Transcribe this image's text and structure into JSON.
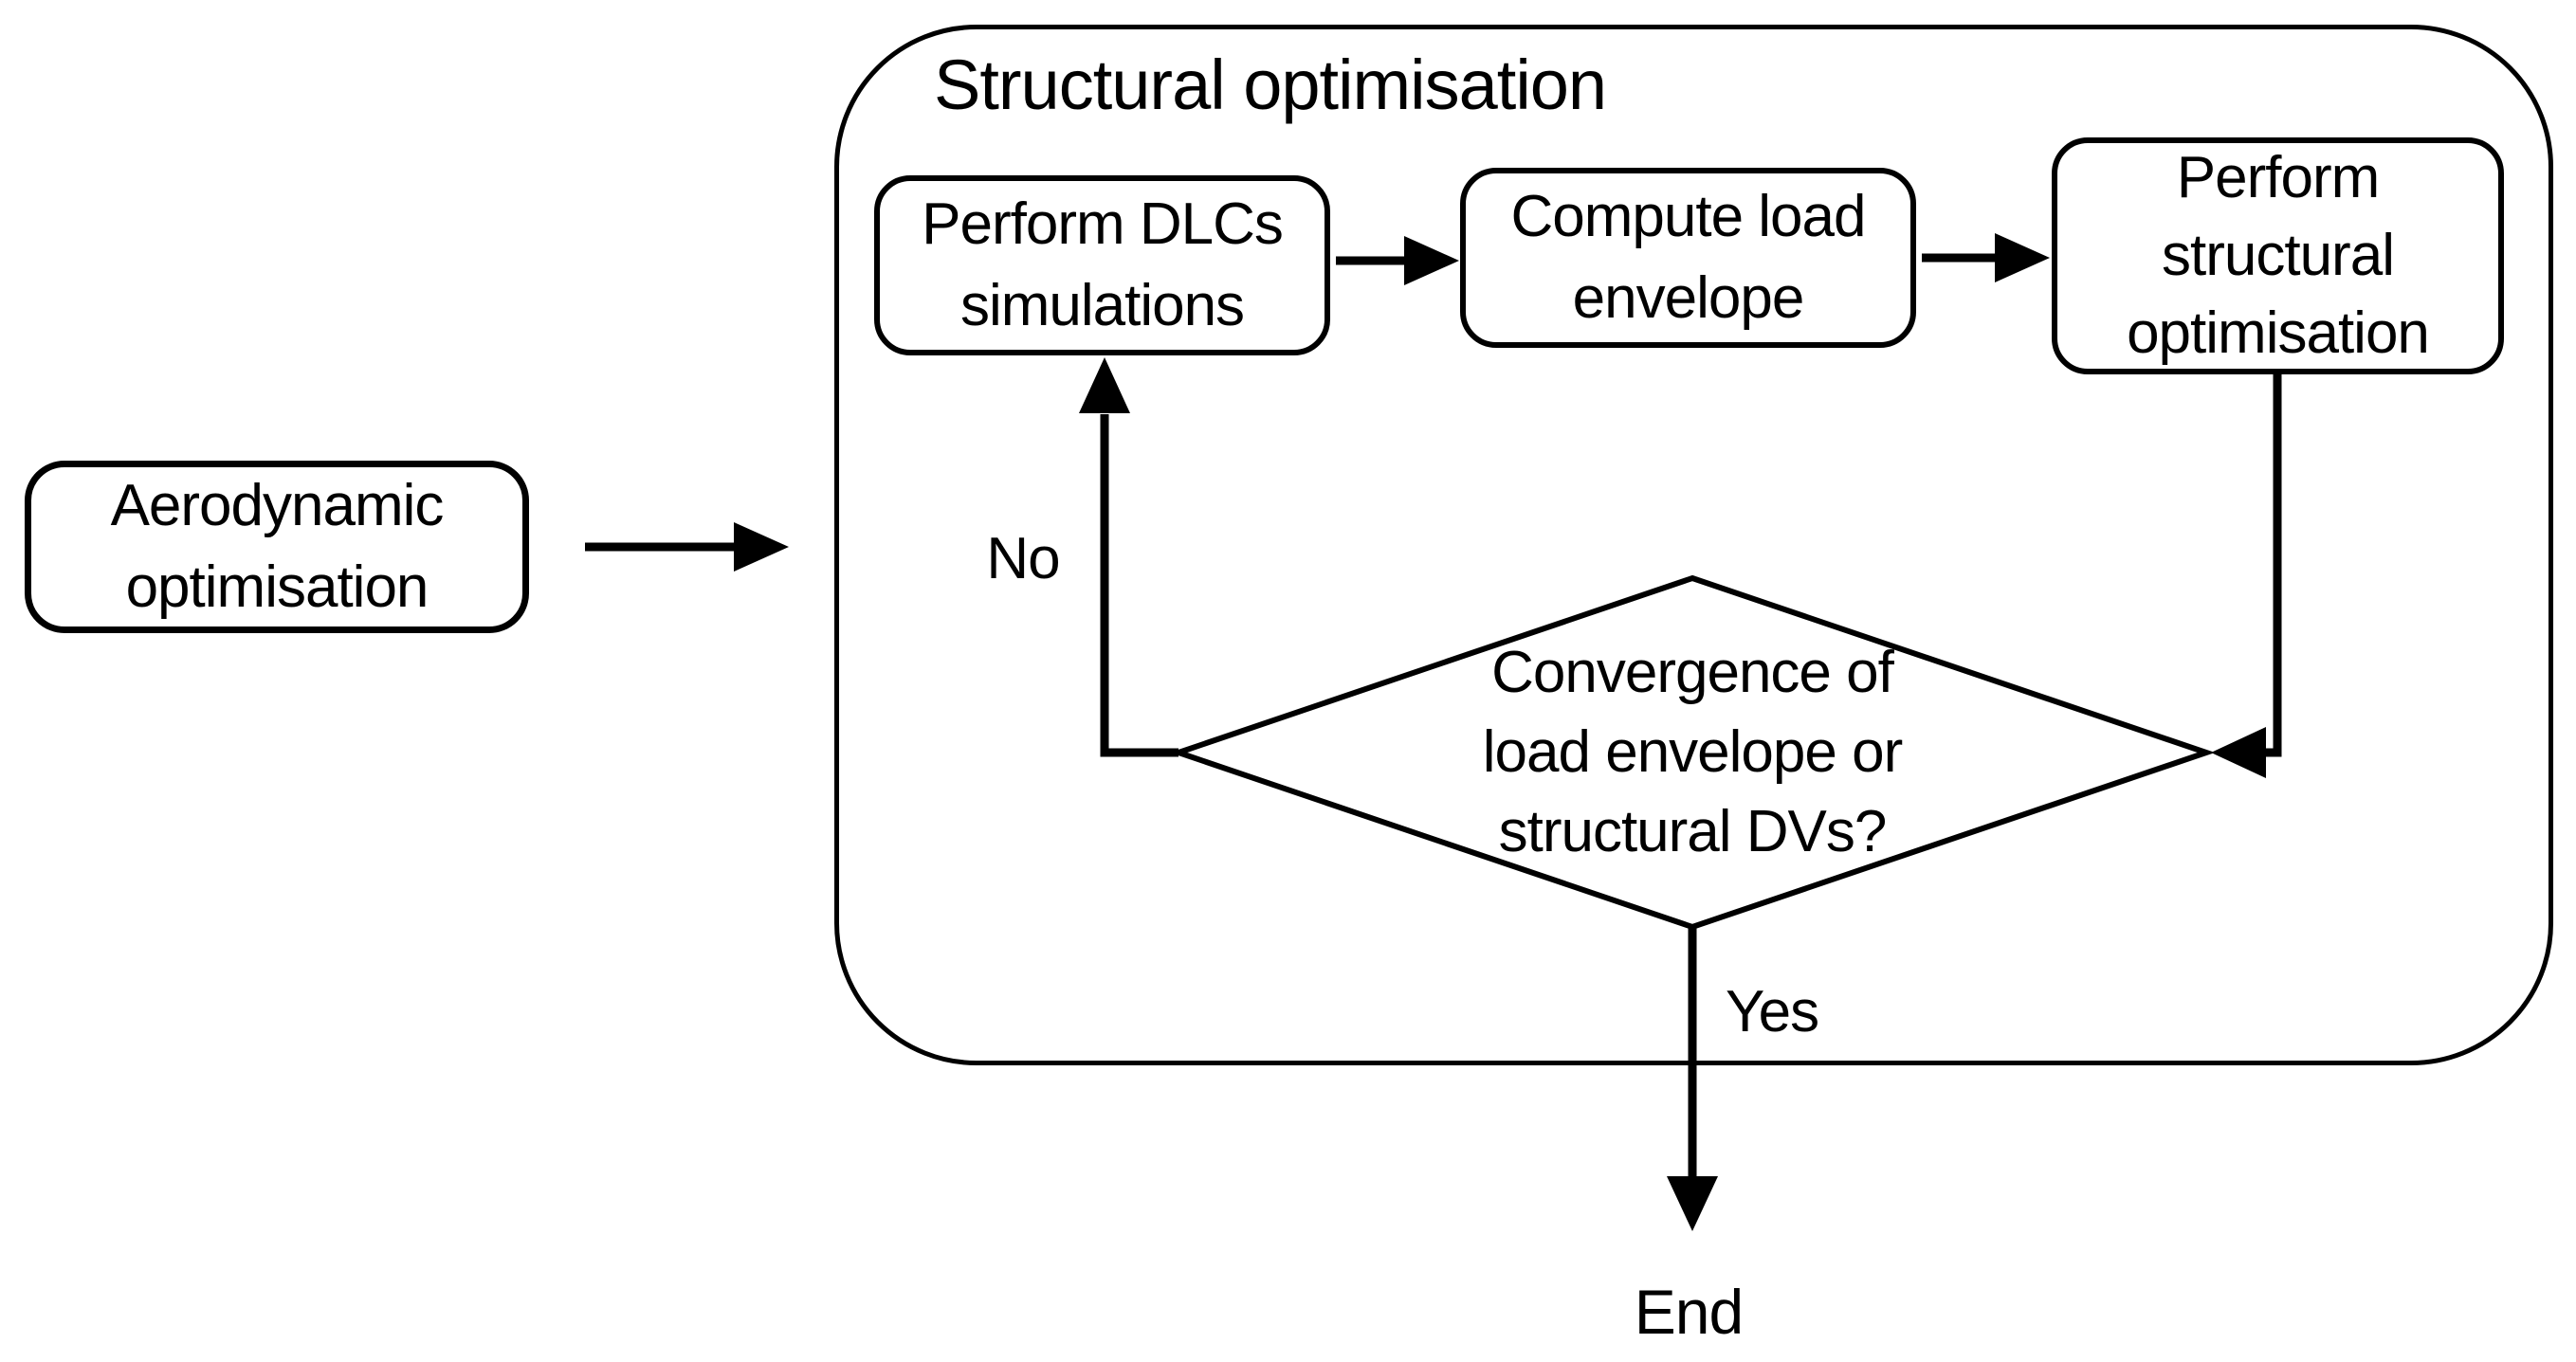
{
  "meta": {
    "background_color": "#ffffff",
    "stroke_color": "#000000"
  },
  "flowchart": {
    "start": {
      "label": [
        "Aerodynamic",
        "optimisation"
      ]
    },
    "container": {
      "title": "Structural optimisation"
    },
    "steps": {
      "perform_dlcs": {
        "label": [
          "Perform DLCs",
          "simulations"
        ]
      },
      "compute_load": {
        "label": [
          "Compute load",
          "envelope"
        ]
      },
      "perform_structural": {
        "label": [
          "Perform",
          "structural",
          "optimisation"
        ]
      }
    },
    "decision": {
      "label": [
        "Convergence of",
        "load envelope or",
        "structural DVs?"
      ],
      "no_label": "No",
      "yes_label": "Yes"
    },
    "end": {
      "label": "End"
    }
  }
}
